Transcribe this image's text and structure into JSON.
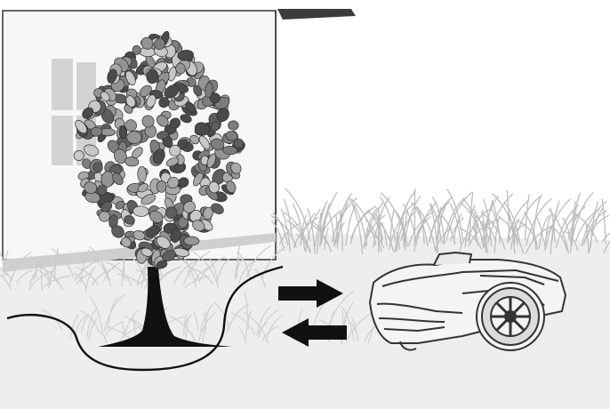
{
  "diagram": {
    "subject": "robotic-lawn-mower-boundary-wire",
    "elements": {
      "house": {
        "icon": "house-wall-icon"
      },
      "tree": {
        "icon": "tree-icon"
      },
      "boundary_wire": {
        "icon": "boundary-wire-icon"
      },
      "arrows": [
        {
          "icon": "arrow-right-icon",
          "direction": "right"
        },
        {
          "icon": "arrow-left-icon",
          "direction": "left"
        }
      ],
      "mower": {
        "icon": "robotic-mower-icon"
      }
    },
    "colors": {
      "background": "#ffffff",
      "lawn": "#eeeeee",
      "wall_shadow": "#cfcfcf",
      "window": "#d3d3d3",
      "roof": "#3c3c3c",
      "trunk": "#111111",
      "arrow": "#111111",
      "mower_line": "#333333",
      "grass": "#bdbdbd",
      "foliage_dark": "#4a4a4a",
      "foliage_mid": "#7d7d7d",
      "foliage_light": "#a9a9a9"
    }
  }
}
